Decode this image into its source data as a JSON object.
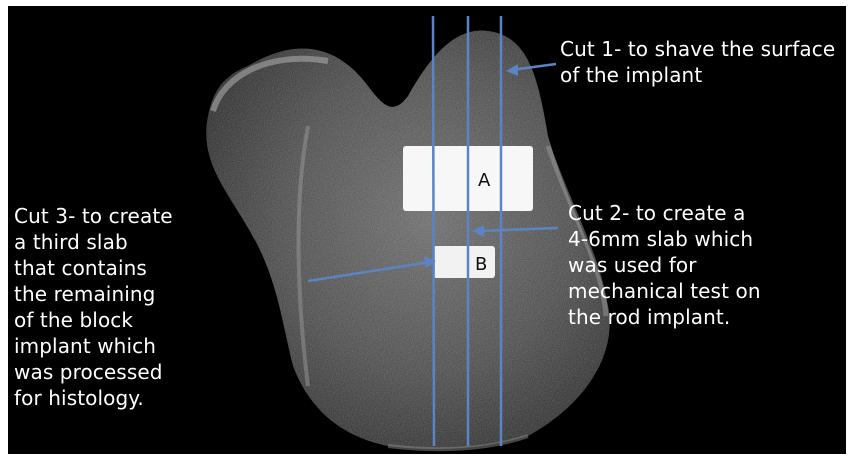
{
  "figure": {
    "description_colors": {
      "background": "#000000",
      "text": "#ffffff",
      "cut_lines": "#5b84c4",
      "implant": "#f7f7f7"
    },
    "annotations": {
      "cut1": "Cut 1- to shave the surface\nof the implant",
      "cut2": "Cut 2- to create a\n4-6mm slab which\nwas used for\nmechanical test on\nthe rod implant.",
      "cut3": "Cut 3- to create\na third slab\nthat contains\nthe remaining\nof the block\nimplant which\nwas processed\nfor histology."
    },
    "implant_labels": {
      "a": "A",
      "b": "B"
    }
  }
}
